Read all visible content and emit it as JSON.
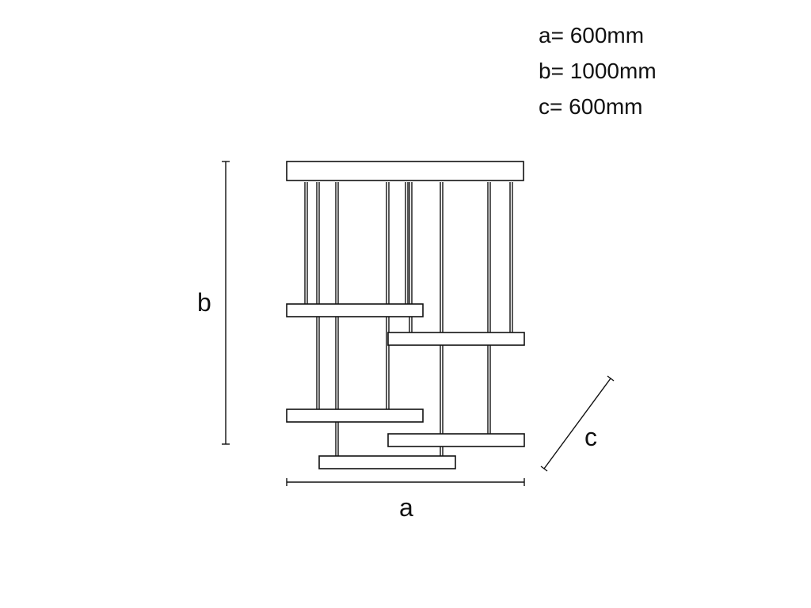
{
  "specs": {
    "a": "a= 600mm",
    "b": "b= 1000mm",
    "c": "c= 600mm"
  },
  "dimension_labels": {
    "a": "a",
    "b": "b",
    "c": "c"
  },
  "colors": {
    "line": "#111111",
    "background": "#ffffff"
  }
}
